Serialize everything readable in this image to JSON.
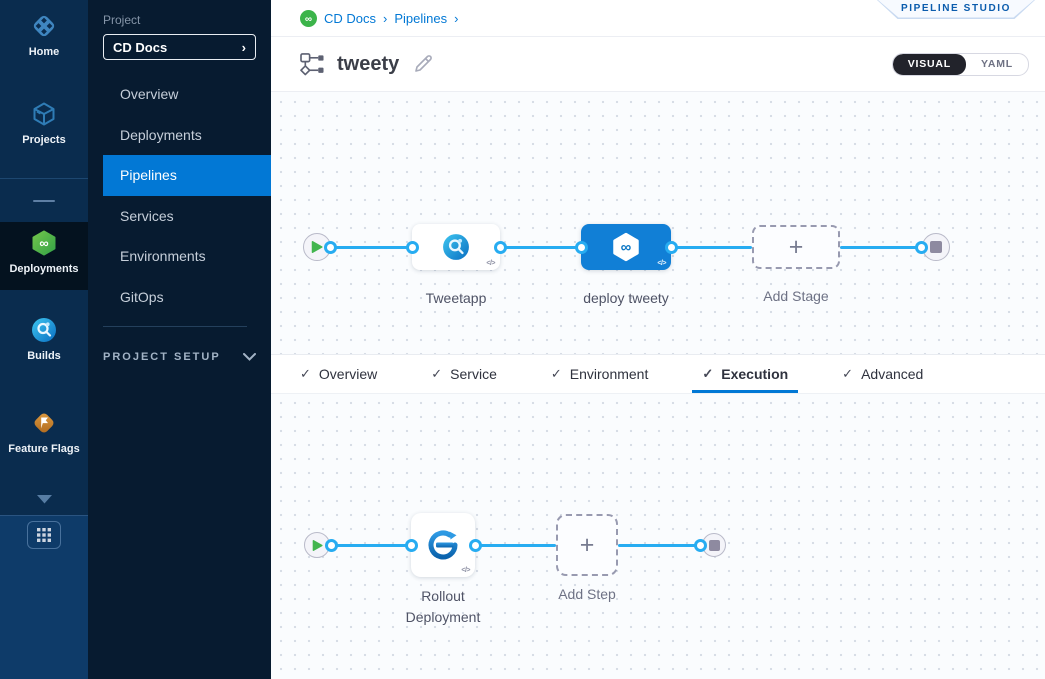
{
  "module_rail": {
    "items": [
      {
        "label": "Home",
        "icon": "harness-logo-icon",
        "active": false
      },
      {
        "label": "Projects",
        "icon": "cube-icon",
        "active": false
      },
      {
        "label": "Deployments",
        "icon": "cd-hexagon-icon",
        "active": true
      },
      {
        "label": "Builds",
        "icon": "ci-circle-icon",
        "active": false
      },
      {
        "label": "Feature Flags",
        "icon": "feature-flag-icon",
        "active": false
      }
    ]
  },
  "project_panel": {
    "section_label": "Project",
    "selected_project": "CD Docs",
    "menu": [
      {
        "label": "Overview",
        "active": false
      },
      {
        "label": "Deployments",
        "active": false
      },
      {
        "label": "Pipelines",
        "active": true
      },
      {
        "label": "Services",
        "active": false
      },
      {
        "label": "Environments",
        "active": false
      },
      {
        "label": "GitOps",
        "active": false
      }
    ],
    "project_setup_label": "PROJECT SETUP"
  },
  "header": {
    "breadcrumb": {
      "items": [
        {
          "label": "CD Docs"
        },
        {
          "label": "Pipelines"
        }
      ],
      "separator": "›"
    },
    "studio_badge": "PIPELINE STUDIO",
    "pipeline_title": "tweety",
    "view_toggle": {
      "options": [
        {
          "label": "VISUAL",
          "selected": true
        },
        {
          "label": "YAML",
          "selected": false
        }
      ]
    }
  },
  "stage_flow": {
    "stages": [
      {
        "label": "Tweetapp",
        "icon": "ci-build-stage-icon",
        "selected": false
      },
      {
        "label": "deploy tweety",
        "icon": "cd-deploy-stage-icon",
        "selected": true
      }
    ],
    "add_stage_label": "Add Stage"
  },
  "stage_tabs": {
    "items": [
      {
        "label": "Overview",
        "checked": true,
        "active": false
      },
      {
        "label": "Service",
        "checked": true,
        "active": false
      },
      {
        "label": "Environment",
        "checked": true,
        "active": false
      },
      {
        "label": "Execution",
        "checked": true,
        "active": true
      },
      {
        "label": "Advanced",
        "checked": true,
        "active": false
      }
    ]
  },
  "execution_flow": {
    "steps": [
      {
        "label_line1": "Rollout",
        "label_line2": "Deployment",
        "icon": "rolling-deployment-icon"
      }
    ],
    "add_step_label": "Add Step"
  },
  "glyphs": {
    "plus": "+",
    "check": "✓",
    "code": "</>"
  },
  "colors": {
    "accent_blue": "#0278d5",
    "flow_line_blue": "#27acf1",
    "cd_green": "#42b54e",
    "rail_navy": "#0a2c4e",
    "panel_navy": "#071b30",
    "studio_badge_text": "#0b5cad"
  }
}
